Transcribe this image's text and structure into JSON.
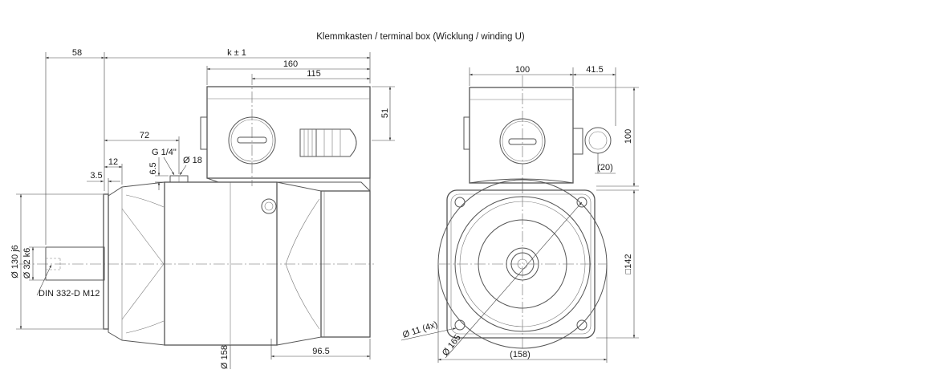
{
  "title": "Klemmkasten / terminal box (Wicklung / winding U)",
  "side_view": {
    "dims": {
      "d58": "58",
      "k": "k ± 1",
      "d160": "160",
      "d115": "115",
      "d51": "51",
      "d72": "72",
      "g14": "G 1/4\"",
      "d12": "12",
      "d65": "6.5",
      "d18": "Ø 18",
      "d35": "3.5",
      "d130": "Ø 130 j6",
      "d32": "Ø 32 k6",
      "din": "DIN 332-D M12",
      "d158": "Ø 158",
      "d965": "96.5"
    }
  },
  "front_view": {
    "dims": {
      "d100w": "100",
      "d415": "41.5",
      "d100h": "100",
      "d20": "(20)",
      "d142": "□142",
      "d11": "Ø 11 (4x)",
      "d165": "Ø 165",
      "d158p": "(158)"
    }
  }
}
